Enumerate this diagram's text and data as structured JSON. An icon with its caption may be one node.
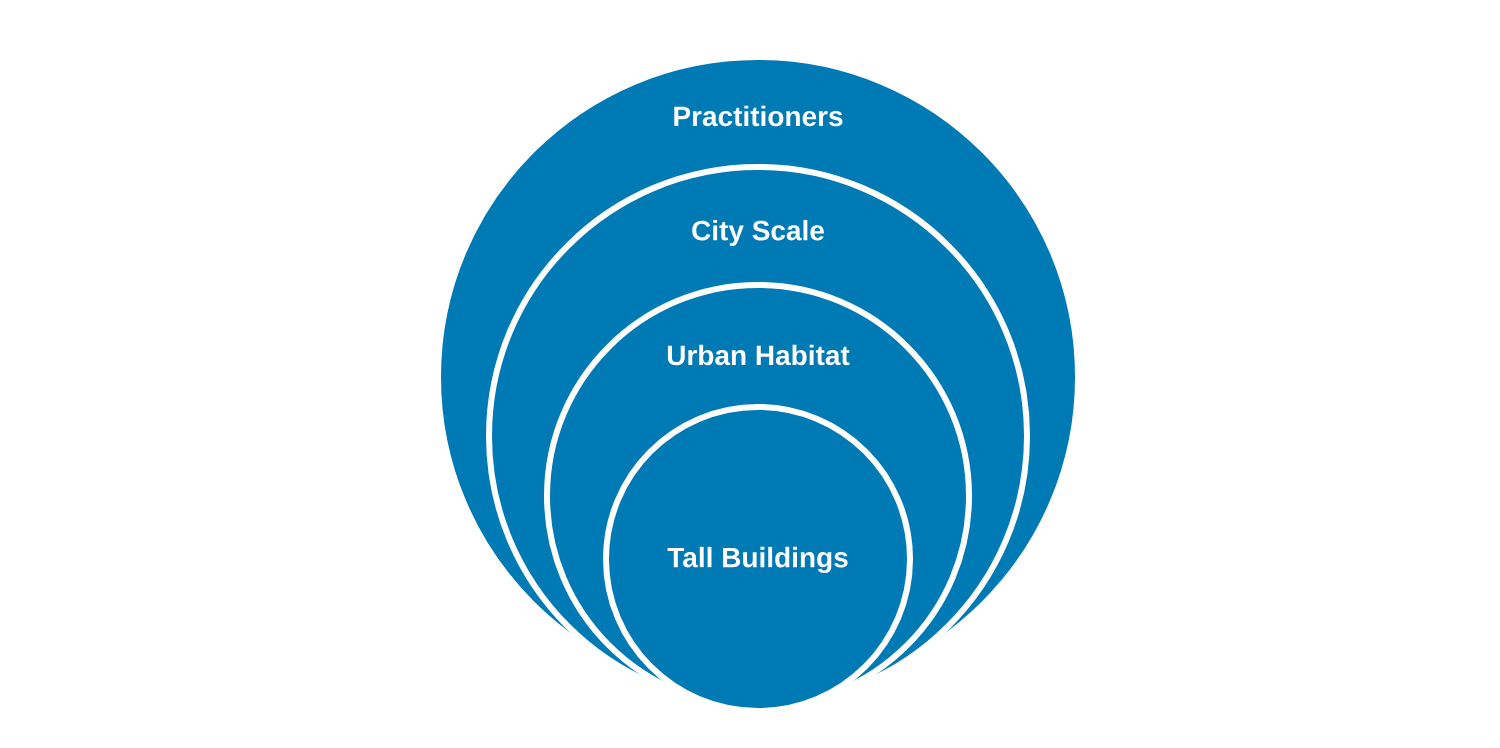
{
  "diagram": {
    "nodes": [
      {
        "text": [
          "Practitioners"
        ]
      },
      {
        "text": [
          "City Scale"
        ],
        "in": 0
      },
      {
        "text": [
          "Urban Habitat"
        ],
        "in": 1
      },
      {
        "text": [
          "Tall Buildings"
        ],
        "in": 2
      }
    ]
  }
}
